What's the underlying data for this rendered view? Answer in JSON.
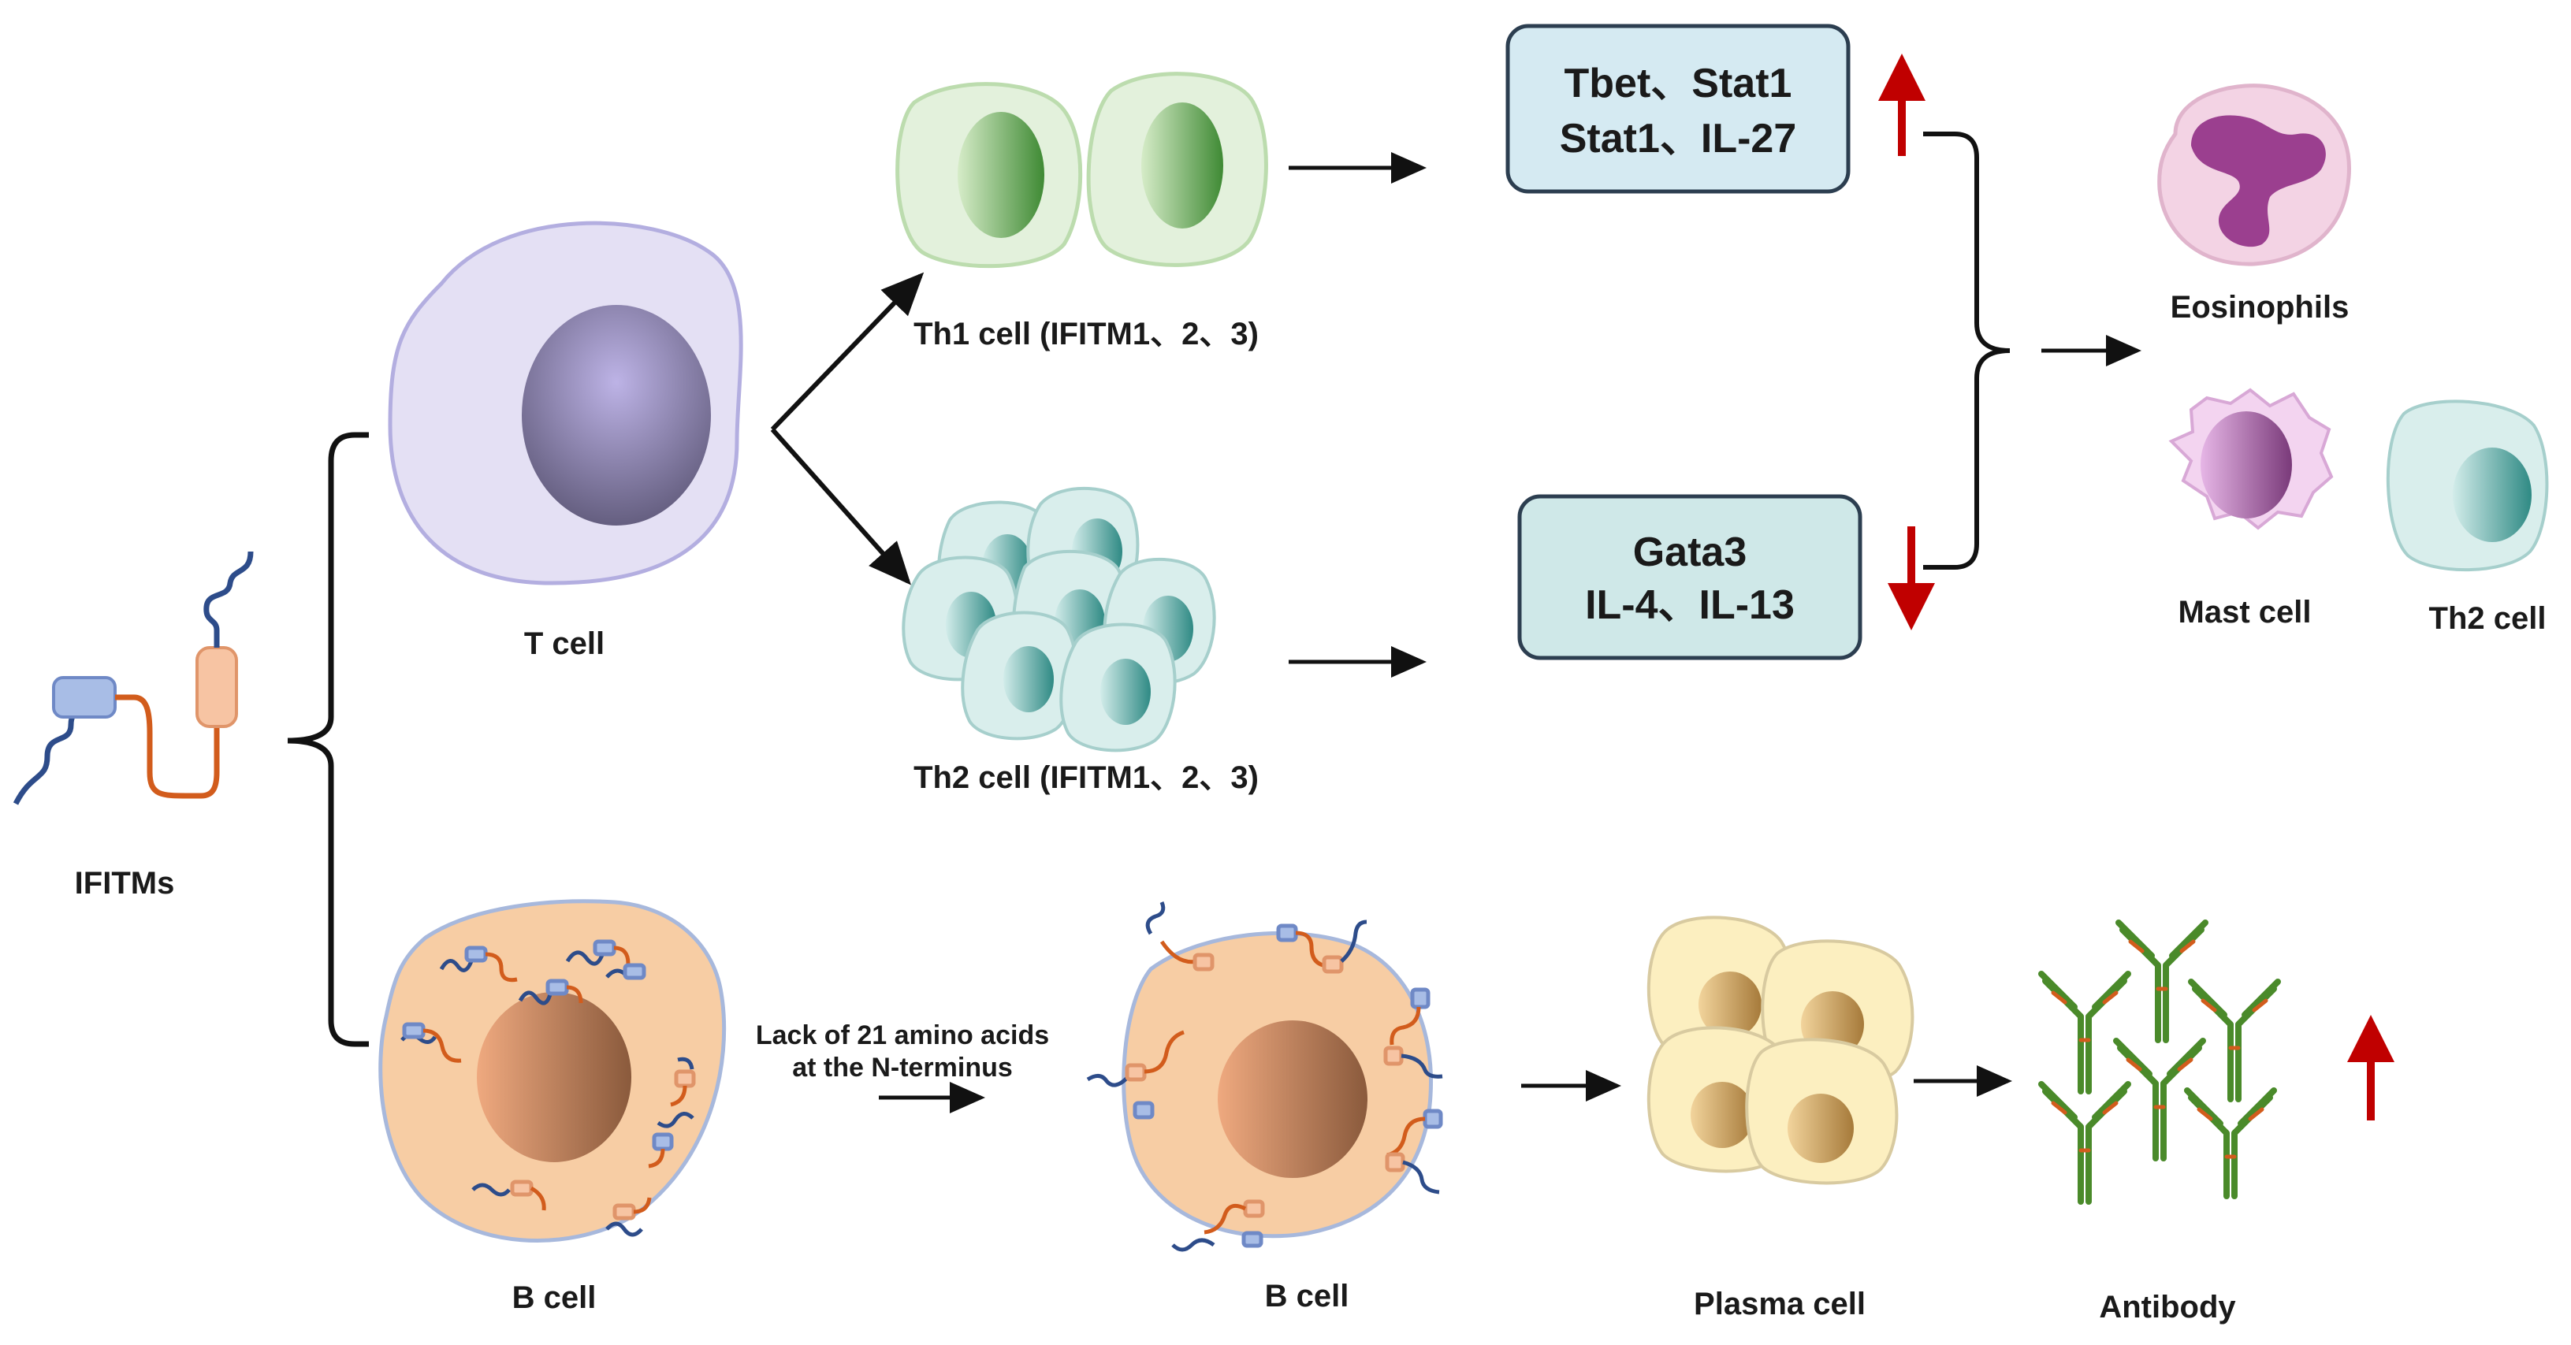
{
  "labels": {
    "ifitms": "IFITMs",
    "t_cell": "T cell",
    "th1_cell": "Th1 cell (IFITM1、2、3)",
    "th2_cell": "Th2 cell (IFITM1、2、3)",
    "b_cell_left": "B cell",
    "b_cell_right": "B cell",
    "plasma_cell": "Plasma cell",
    "antibody": "Antibody",
    "eosinophils": "Eosinophils",
    "mast_cell": "Mast cell",
    "th2_cell_small": "Th2 cell"
  },
  "boxes": {
    "th1_box": {
      "line1": "Tbet、Stat1",
      "line2": "Stat1、IL-27"
    },
    "th2_box": {
      "line1": "Gata3",
      "line2": "IL-4、IL-13"
    }
  },
  "annotation": {
    "line1": "Lack of 21 amino acids",
    "line2": "at the N-terminus"
  },
  "indicators": {
    "th1_direction": "up",
    "th2_direction": "down",
    "antibody_direction": "up",
    "arrow_color": "#c00000"
  },
  "colors": {
    "t_cell_body": "#e4e0f4",
    "th1_body": "#e3f1dc",
    "th2_body": "#d9eeec",
    "b_cell_body": "#f7cda4",
    "plasma_body": "#fcefc0",
    "box_fill_th1": "#d5eaf2",
    "box_fill_th2": "#cfe8e8",
    "box_stroke": "#2c3e50"
  }
}
